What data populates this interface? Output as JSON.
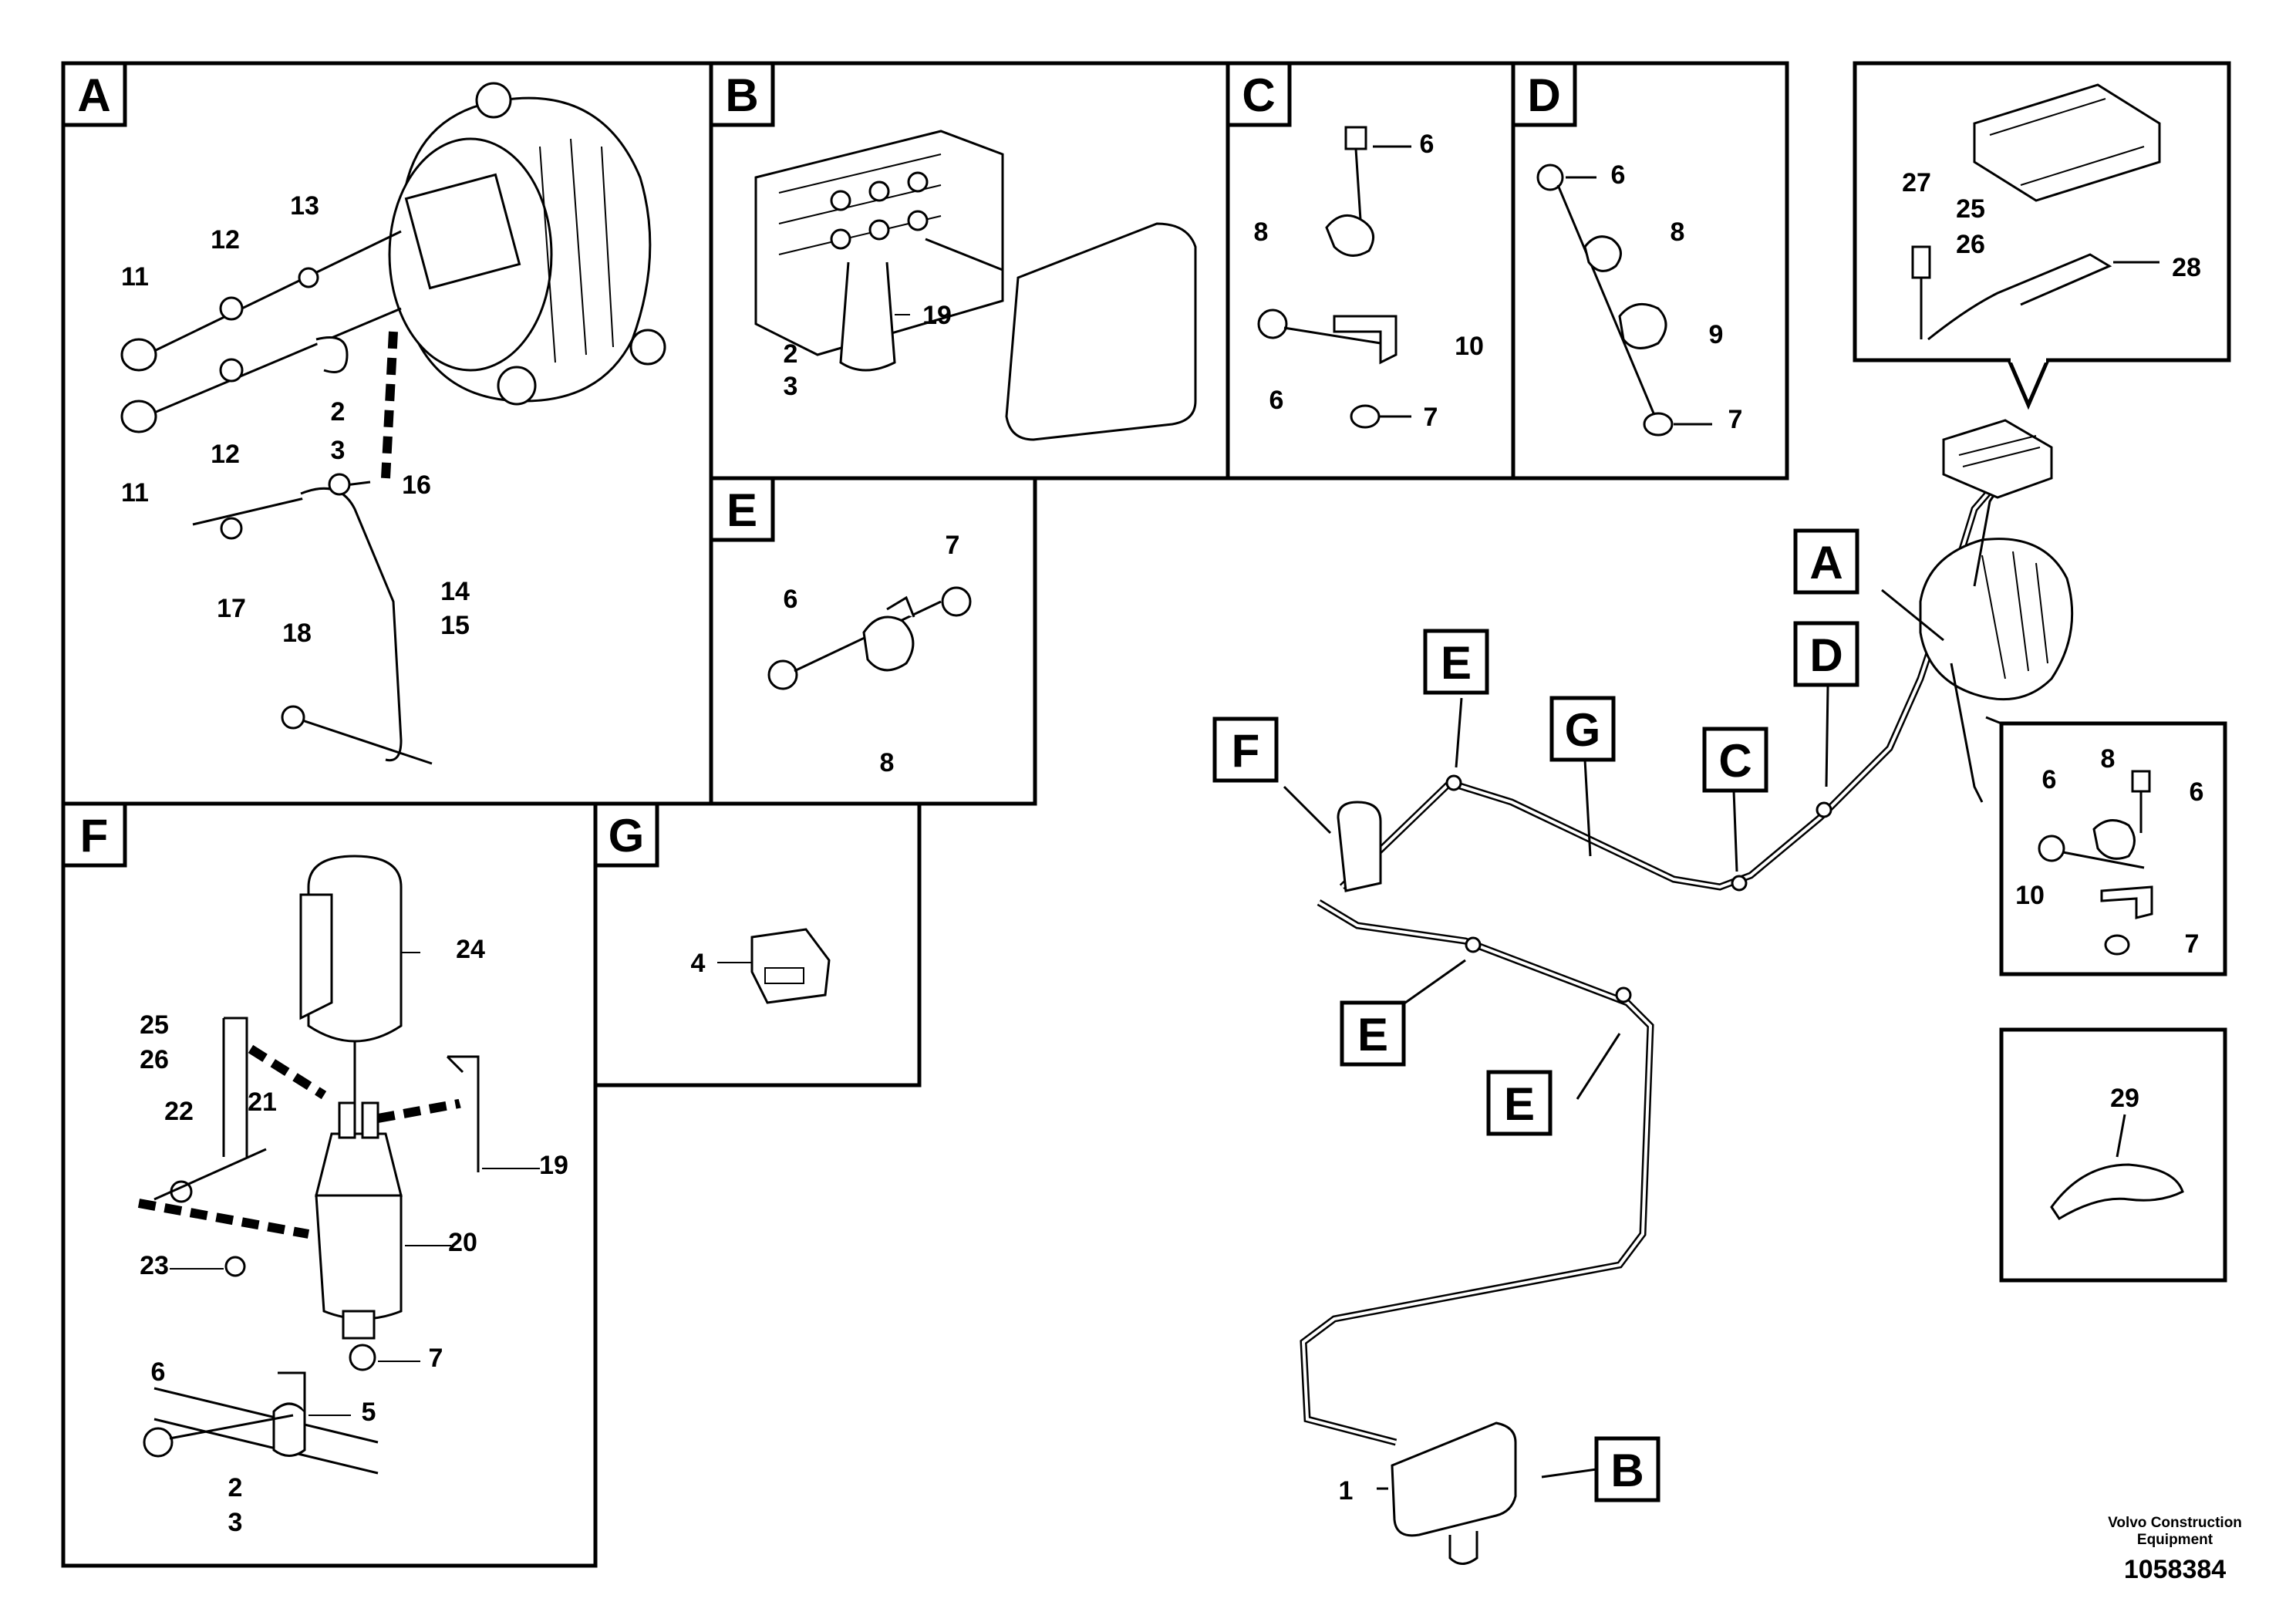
{
  "diagram": {
    "section_letters": {
      "A": "A",
      "B": "B",
      "C": "C",
      "D": "D",
      "E": "E",
      "F": "F",
      "G": "G"
    },
    "callouts": {
      "p1": "1",
      "p2": "2",
      "p3": "3",
      "p4": "4",
      "p5": "5",
      "p6": "6",
      "p7": "7",
      "p8": "8",
      "p9": "9",
      "p10": "10",
      "p11": "11",
      "p12": "12",
      "p13": "13",
      "p14": "14",
      "p15": "15",
      "p16": "16",
      "p17": "17",
      "p18": "18",
      "p19": "19",
      "p20": "20",
      "p21": "21",
      "p22": "22",
      "p23": "23",
      "p24": "24",
      "p25": "25",
      "p26": "26",
      "p27": "27",
      "p28": "28",
      "p29": "29"
    },
    "footer": {
      "brand_line1": "Volvo Construction",
      "brand_line2": "Equipment",
      "drawing_number": "1058384"
    }
  }
}
